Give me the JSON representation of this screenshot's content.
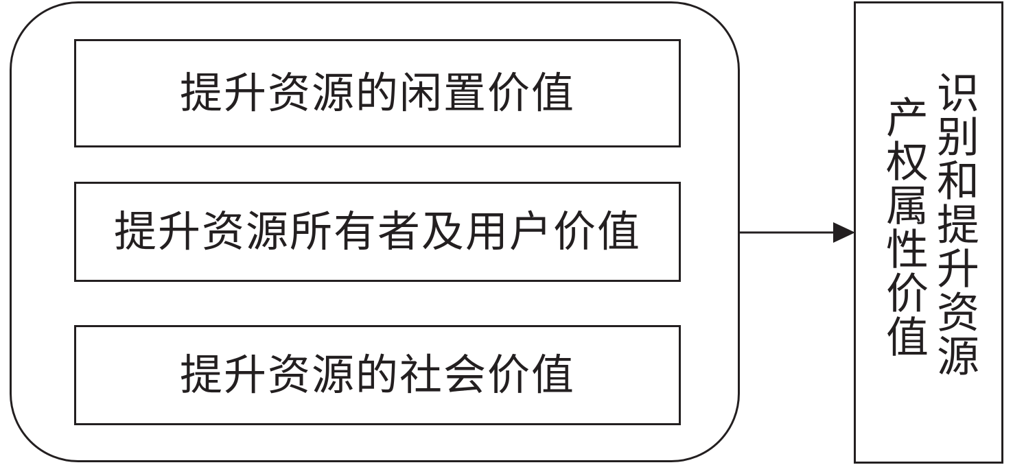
{
  "diagram": {
    "group": {
      "items": [
        {
          "label": "提升资源的闲置价值"
        },
        {
          "label": "提升资源所有者及用户价值"
        },
        {
          "label": "提升资源的社会价值"
        }
      ]
    },
    "arrow": {
      "direction": "right"
    },
    "result": {
      "columns": [
        "识别和提升资源",
        "产权属性价值"
      ]
    }
  }
}
